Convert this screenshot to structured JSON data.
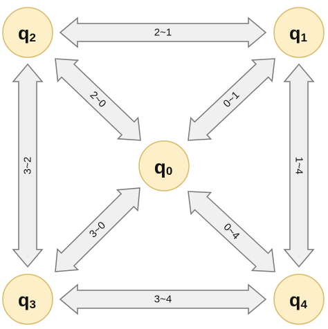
{
  "colors": {
    "node_fill": "#fdf0c8",
    "node_stroke": "#d8b967",
    "arrow_fill": "#f0f0f0",
    "arrow_stroke": "#777777",
    "text": "#111111"
  },
  "nodes": [
    {
      "id": "q0",
      "base": "q",
      "sub": "0"
    },
    {
      "id": "q1",
      "base": "q",
      "sub": "1"
    },
    {
      "id": "q2",
      "base": "q",
      "sub": "2"
    },
    {
      "id": "q3",
      "base": "q",
      "sub": "3"
    },
    {
      "id": "q4",
      "base": "q",
      "sub": "4"
    }
  ],
  "edges": [
    {
      "id": "2-1",
      "label": "2~1",
      "from": "q2",
      "to": "q1"
    },
    {
      "id": "2-0",
      "label": "2~0",
      "from": "q2",
      "to": "q0"
    },
    {
      "id": "0-1",
      "label": "0~1",
      "from": "q0",
      "to": "q1"
    },
    {
      "id": "3-2",
      "label": "3~2",
      "from": "q3",
      "to": "q2"
    },
    {
      "id": "1-4",
      "label": "1~4",
      "from": "q1",
      "to": "q4"
    },
    {
      "id": "3-0",
      "label": "3~0",
      "from": "q3",
      "to": "q0"
    },
    {
      "id": "0-4",
      "label": "0~4",
      "from": "q0",
      "to": "q4"
    },
    {
      "id": "3-4",
      "label": "3~4",
      "from": "q3",
      "to": "q4"
    }
  ]
}
